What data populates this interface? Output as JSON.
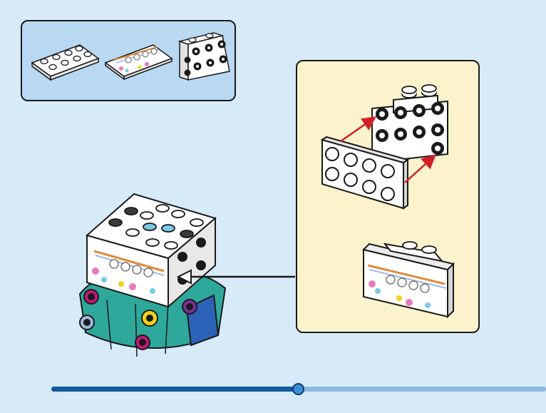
{
  "page": {
    "background": "#d6eaf8",
    "panel_border": "#1a1a1a"
  },
  "parts_callout": {
    "background": "#b9d8f2",
    "parts": [
      {
        "name": "white-plate-2x4",
        "color": "#ffffff"
      },
      {
        "name": "printed-tile-2x4",
        "color": "#ffffff"
      },
      {
        "name": "white-bracket-plate",
        "color": "#ffffff"
      }
    ]
  },
  "detail_callout": {
    "background": "#fcf3cc",
    "arrow_color": "#d32027"
  },
  "model": {
    "body_color": "#2ea89a",
    "accent_colors": [
      "#c2177a",
      "#f0d21a",
      "#2c63b8",
      "#9fb8e0"
    ]
  },
  "placement_arrow": {
    "color": "#1a1a1a"
  },
  "progress": {
    "value": 0.5,
    "track_color": "#8db8e4",
    "fill_color": "#11589c",
    "knob_color": "#3a8fd6"
  }
}
